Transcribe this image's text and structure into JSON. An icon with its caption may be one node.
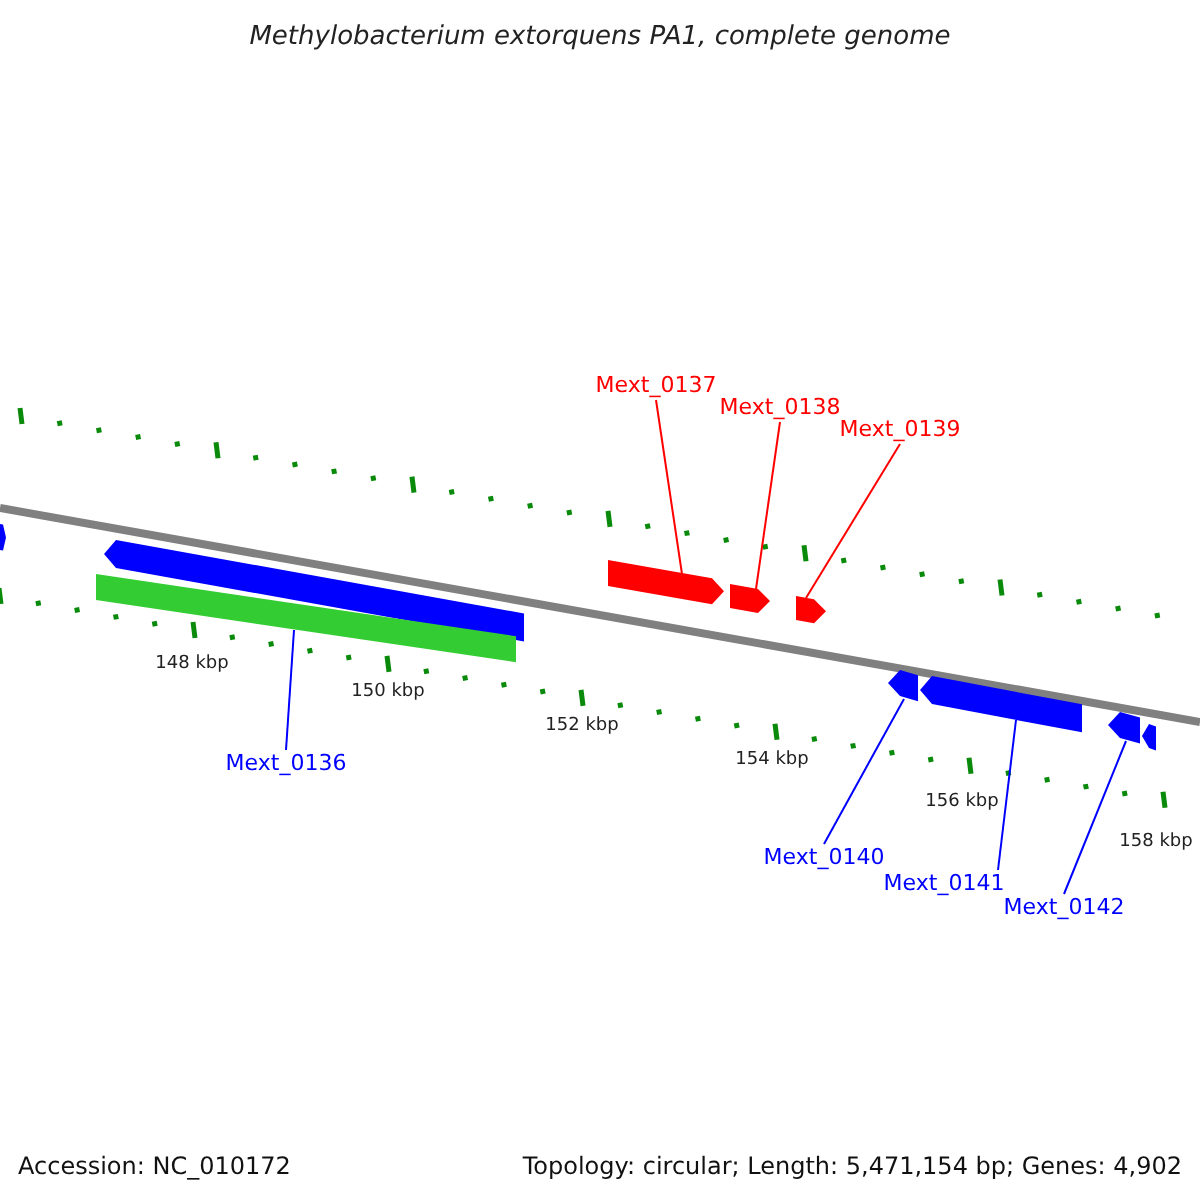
{
  "diagram": {
    "title": "Methylobacterium extorquens PA1, complete genome",
    "nodes": [
      {
        "text": [
          "Mext_0136"
        ]
      },
      {
        "text": [
          "Mext_0137"
        ]
      },
      {
        "text": [
          "Mext_0138"
        ]
      },
      {
        "text": [
          "Mext_0139"
        ]
      },
      {
        "text": [
          "Mext_0140"
        ]
      },
      {
        "text": [
          "Mext_0141"
        ]
      },
      {
        "text": [
          "Mext_0142"
        ]
      },
      {
        "text": [],
        "shape": "bar"
      },
      {
        "text": [],
        "shape": "arrow"
      },
      {
        "text": [],
        "shape": "arrow"
      },
      {
        "text": [],
        "shape": "arrow"
      },
      {
        "text": [],
        "shape": "arrow"
      },
      {
        "text": [],
        "shape": "arrow"
      },
      {
        "text": [],
        "shape": "arrow"
      }
    ],
    "edges": [
      {
        "from": 0,
        "to": 7,
        "arrow": "none"
      },
      {
        "from": 1,
        "to": 8,
        "arrow": "none",
        "color": "#ff0000"
      },
      {
        "from": 2,
        "to": 9,
        "arrow": "none",
        "color": "#ff0000"
      },
      {
        "from": 3,
        "to": 10,
        "arrow": "none",
        "color": "#ff0000"
      },
      {
        "from": 4,
        "to": 11,
        "arrow": "none"
      },
      {
        "from": 5,
        "to": 12,
        "arrow": "none"
      },
      {
        "from": 6,
        "to": 13,
        "arrow": "none"
      }
    ],
    "labels": [
      "148 kbp",
      "150 kbp",
      "152 kbp",
      "154 kbp",
      "156 kbp",
      "158 kbp",
      "Accession: NC_010172",
      "Topology: circular; Length: 5,471,154 bp; Genes: 4,902"
    ]
  }
}
